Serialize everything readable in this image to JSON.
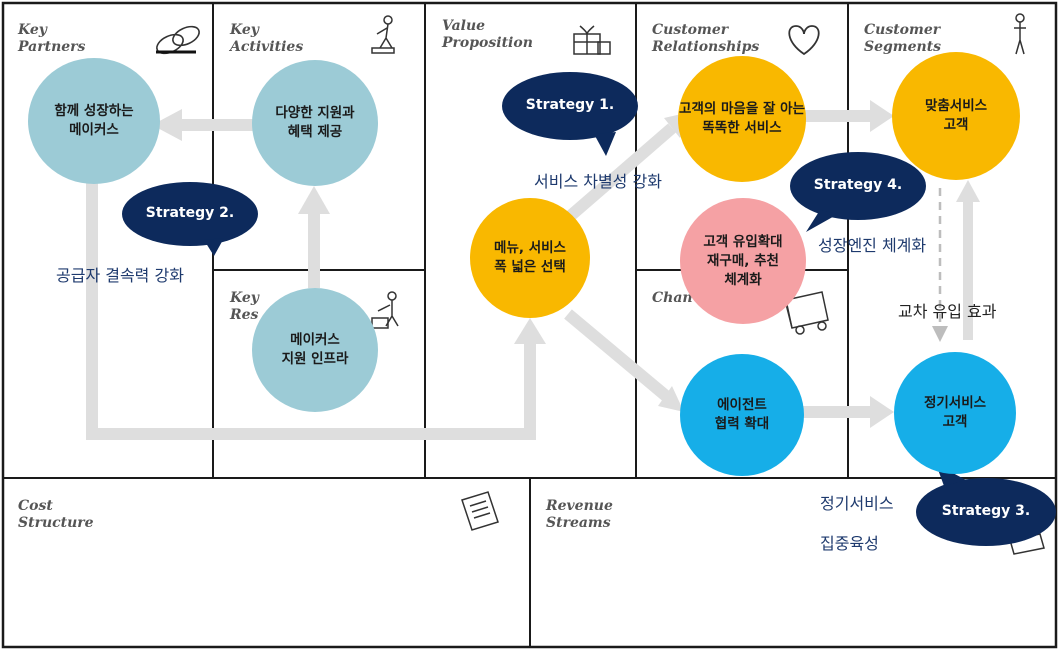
{
  "blocks": {
    "key_partners": "Key\nPartners",
    "key_activities": "Key\nActivities",
    "key_resources": "Key\nRes",
    "value_proposition": "Value\nProposition",
    "customer_relationships": "Customer\nRelationships",
    "channels": "Chan",
    "customer_segments": "Customer\nSegments",
    "cost_structure": "Cost\nStructure",
    "revenue_streams": "Revenue\nStreams"
  },
  "circles": {
    "partner": "함께 성장하는\n메이커스",
    "activity": "다양한 지원과\n혜택 제공",
    "resource": "메이커스\n지원 인프라",
    "value": "메뉴, 서비스\n폭 넓은 선택",
    "relationship": "고객의 마음을 잘 아는\n똑똑한 서비스",
    "retention": "고객 유입확대\n재구매, 추천\n체계화",
    "channel": "에이전트\n협력 확대",
    "segment_custom": "맞춤서비스\n고객",
    "segment_regular": "정기서비스\n고객"
  },
  "strategies": {
    "s1": "Strategy 1.",
    "s2": "Strategy 2.",
    "s3": "Strategy 3.",
    "s4": "Strategy 4."
  },
  "notes": {
    "s1": "서비스 차별성 강화",
    "s2": "공급자 결속력 강화",
    "s3_line1": "정기서비스",
    "s3_line2": "집중육성",
    "s4": "성장엔진 체계화",
    "cross": "교차 유입 효과"
  },
  "colors": {
    "teal": "#9ccbd6",
    "yellow": "#f9b800",
    "blue": "#16aee8",
    "pink": "#f5a1a4",
    "navy": "#0d2a5c",
    "arrow": "#dedede"
  }
}
